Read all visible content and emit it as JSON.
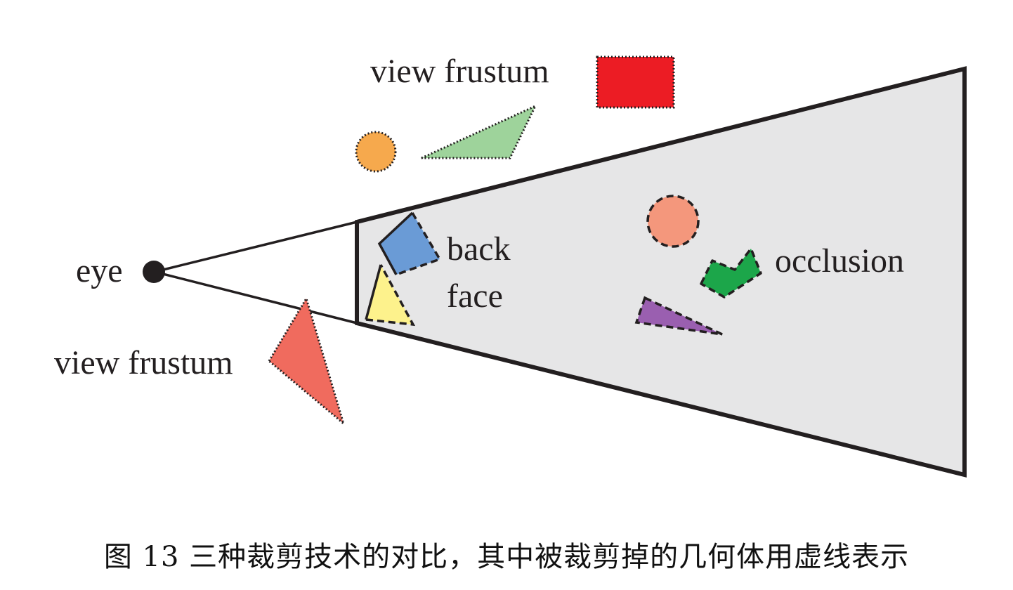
{
  "labels": {
    "view_frustum_top": "view frustum",
    "view_frustum_bottom": "view frustum",
    "eye": "eye",
    "back_face_line1": "back",
    "back_face_line2": "face",
    "occlusion": "occlusion"
  },
  "caption": "图 13  三种裁剪技术的对比，其中被裁剪掉的几何体用虚线表示",
  "colors": {
    "frustum_fill": "#e6e6e7",
    "outline": "#231f20",
    "red_rect": "#ec1c24",
    "orange_circle": "#f6a94d",
    "green_triangle": "#9ed39b",
    "salmon_triangle": "#f06b5e",
    "blue_quad": "#6a9bd6",
    "yellow_triangle": "#fdf28c",
    "salmon_circle": "#f4977c",
    "green_shape": "#1ca64a",
    "purple_triangle": "#9a5fb0"
  }
}
